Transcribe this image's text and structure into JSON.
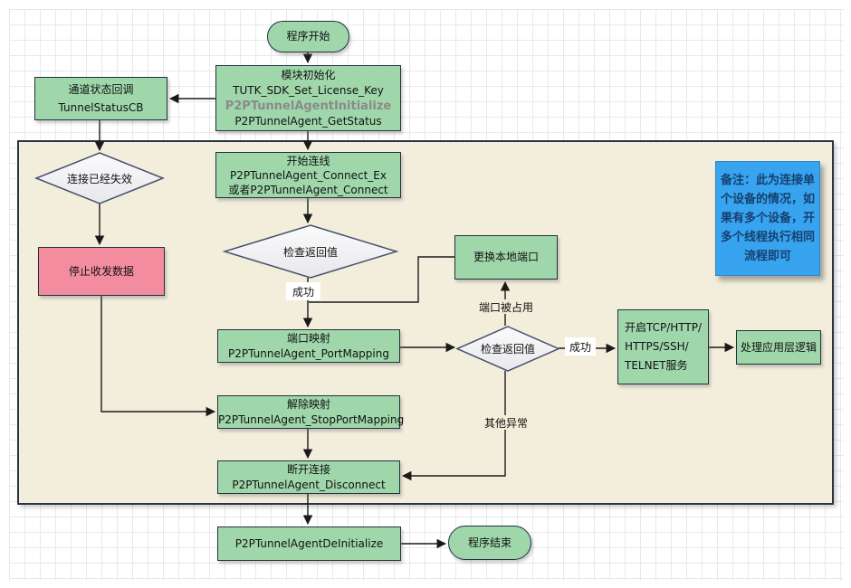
{
  "diagram": {
    "nodes": {
      "start": {
        "label": "程序开始"
      },
      "init": {
        "line1": "模块初始化",
        "line2": "TUTK_SDK_Set_License_Key",
        "line3": "P2PTunnelAgentInitialize",
        "line4": "P2PTunnelAgent_GetStatus"
      },
      "tunnel_status_cb": {
        "line1": "通道状态回调",
        "line2": "TunnelStatusCB"
      },
      "conn_invalid": {
        "label": "连接已经失效"
      },
      "stop_transfer": {
        "label": "停止收发数据"
      },
      "connect": {
        "line1": "开始连线",
        "line2": "P2PTunnelAgent_Connect_Ex",
        "line3": "或者P2PTunnelAgent_Connect"
      },
      "check_return_1": {
        "label": "检查返回值"
      },
      "change_local_port": {
        "label": "更换本地端口"
      },
      "port_mapping": {
        "line1": "端口映射",
        "line2": "P2PTunnelAgent_PortMapping"
      },
      "check_return_2": {
        "label": "检查返回值"
      },
      "open_services": {
        "line1": "开启TCP/HTTP/",
        "line2": "HTTPS/SSH/",
        "line3": "TELNET服务"
      },
      "app_layer": {
        "label": "处理应用层逻辑"
      },
      "stop_port_mapping": {
        "line1": "解除映射",
        "line2": "P2PTunnelAgent_StopPortMapping"
      },
      "disconnect": {
        "line1": "断开连接",
        "line2": "P2PTunnelAgent_Disconnect"
      },
      "deinit": {
        "label": "P2PTunnelAgentDeInitialize"
      },
      "end": {
        "label": "程序结束"
      },
      "note": {
        "text": "备注：此为连接单个设备的情况，如果有多个设备，开多个线程执行相同流程即可"
      }
    },
    "edge_labels": {
      "success_1": "成功",
      "port_occupied": "端口被占用",
      "success_2": "成功",
      "other_error": "其他异常"
    },
    "colors": {
      "node_green": "#9fd7ab",
      "node_pink": "#f48ca0",
      "container_beige": "#f2eedb",
      "note_blue": "#38a3ef",
      "note_text": "#15406e",
      "diamond_fill": "#f6f6f8",
      "node_border": "#22313f",
      "diamond_border": "#44506b",
      "init_highlight_text": "#8a8a8a"
    }
  }
}
